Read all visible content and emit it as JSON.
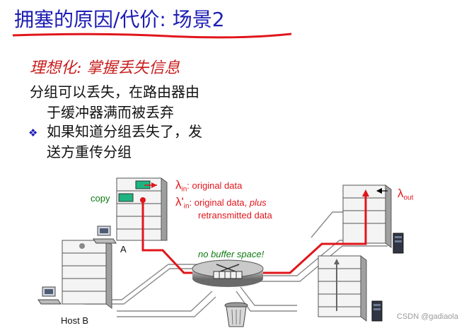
{
  "slide": {
    "title": "拥塞的原因/代价: 场景2",
    "subtitle": "理想化: 掌握丢失信息",
    "point1_line1": "分组可以丢失，在路由器由",
    "point1_line2": "于缓冲器满而被丢弃",
    "point2_line1": "如果知道分组丢失了，发",
    "point2_line2": "送方重传分组",
    "bullet_glyph": "❖"
  },
  "diagram": {
    "copy_label": "copy",
    "host_a_label": "A",
    "host_b_label": "Host B",
    "lambda_in_symbol": "λ",
    "lambda_in_sub": "in",
    "lambda_in_text": ": original data",
    "lambda_in_prime_symbol": "λ'",
    "lambda_in_prime_sub": "in",
    "lambda_in_prime_text": ": original data, ",
    "lambda_in_prime_plus": "plus",
    "retransmitted_text": "retransmitted data",
    "lambda_out_symbol": "λ",
    "lambda_out_sub": "out",
    "no_buffer_text": "no buffer space!",
    "icons": [
      "computer-icon",
      "server-icon",
      "router-icon",
      "trash-can-icon"
    ],
    "colors": {
      "flow_red": "#e0161b",
      "title_blue": "#1d1db4",
      "buffer_green": "#1eb481"
    }
  },
  "watermark": "CSDN @gadiaola"
}
